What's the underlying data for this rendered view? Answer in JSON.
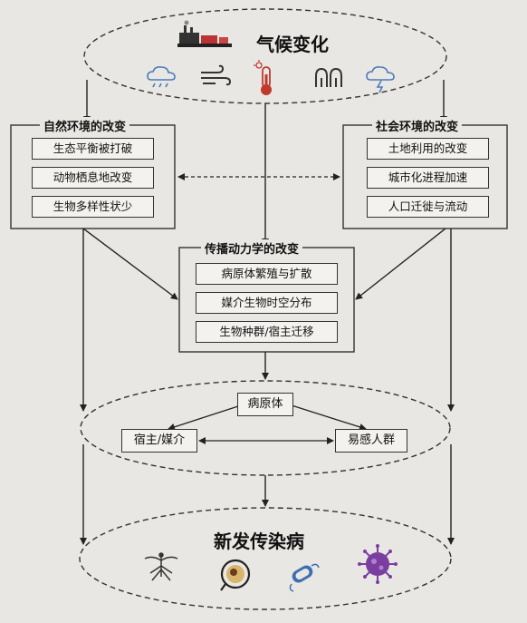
{
  "climate": {
    "title": "气候变化",
    "icons": [
      "factory-icon",
      "rain-cloud-icon",
      "wind-icon",
      "thermometer-sun-icon",
      "heat-waves-icon",
      "storm-cloud-icon"
    ]
  },
  "natural": {
    "title": "自然环境的改变",
    "items": [
      "生态平衡被打破",
      "动物栖息地改变",
      "生物多样性状少"
    ]
  },
  "social": {
    "title": "社会环境的改变",
    "items": [
      "土地利用的改变",
      "城市化进程加速",
      "人口迁徙与流动"
    ]
  },
  "transmission": {
    "title": "传播动力学的改变",
    "items": [
      "病原体繁殖与扩散",
      "媒介生物时空分布",
      "生物种群/宿主迁移"
    ]
  },
  "triad": {
    "pathogen": "病原体",
    "host": "宿主/媒介",
    "population": "易感人群"
  },
  "outcome": {
    "title": "新发传染病",
    "icons": [
      "mosquito-icon",
      "bacterium-cell-icon",
      "bacillus-icon",
      "virus-icon"
    ]
  }
}
